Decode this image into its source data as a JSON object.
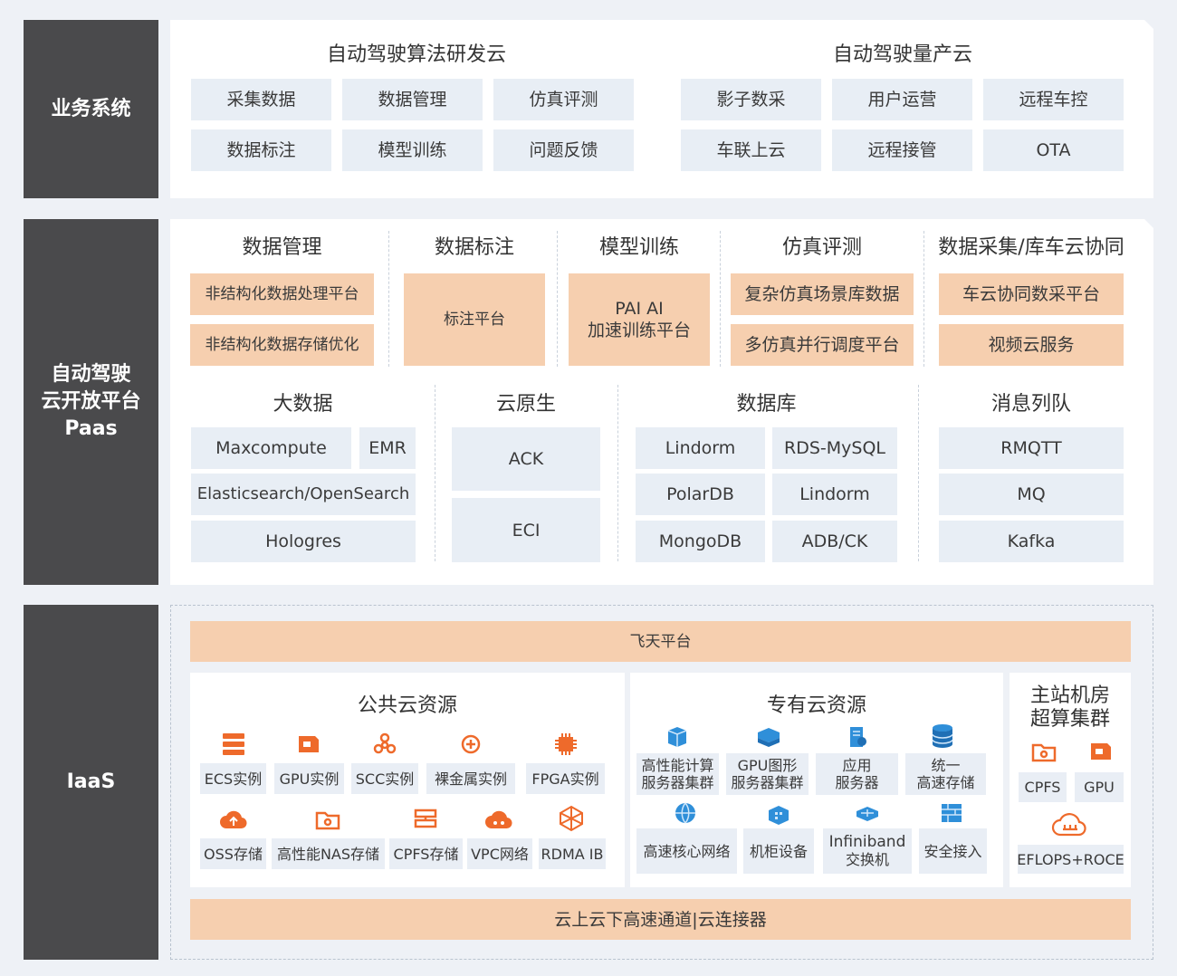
{
  "sidebar": {
    "business": "业务系统",
    "paas_line1": "自动驾驶",
    "paas_line2": "云开放平台",
    "paas_line3": "Paas",
    "iaas": "IaaS"
  },
  "business": {
    "algo_title": "自动驾驶算法研发云",
    "algo_items": [
      "采集数据",
      "数据管理",
      "仿真评测",
      "数据标注",
      "模型训练",
      "问题反馈"
    ],
    "prod_title": "自动驾驶量产云",
    "prod_items": [
      "影子数采",
      "用户运营",
      "远程车控",
      "车联上云",
      "远程接管",
      "OTA"
    ]
  },
  "paas": {
    "data_mgmt": {
      "title": "数据管理",
      "items": [
        "非结构化数据处理平台",
        "非结构化数据存储优化"
      ]
    },
    "annotation": {
      "title": "数据标注",
      "item": "标注平台"
    },
    "training": {
      "title": "模型训练",
      "line1": "PAI AI",
      "line2": "加速训练平台"
    },
    "simulation": {
      "title": "仿真评测",
      "items": [
        "复杂仿真场景库数据",
        "多仿真并行调度平台"
      ]
    },
    "collab": {
      "title": "数据采集/库车云协同",
      "items": [
        "车云协同数采平台",
        "视频云服务"
      ]
    },
    "bigdata": {
      "title": "大数据",
      "items": [
        "Maxcompute",
        "EMR",
        "Elasticsearch/OpenSearch",
        "Hologres"
      ]
    },
    "cloudnative": {
      "title": "云原生",
      "items": [
        "ACK",
        "ECI"
      ]
    },
    "database": {
      "title": "数据库",
      "items": [
        "Lindorm",
        "RDS-MySQL",
        "PolarDB",
        "Lindorm",
        "MongoDB",
        "ADB/CK"
      ]
    },
    "mq": {
      "title": "消息列队",
      "items": [
        "RMQTT",
        "MQ",
        "Kafka"
      ]
    }
  },
  "iaas": {
    "feitian": "飞天平台",
    "public": {
      "title": "公共云资源",
      "row1": [
        "ECS实例",
        "GPU实例",
        "SCC实例",
        "裸金属实例",
        "FPGA实例"
      ],
      "row2": [
        "OSS存储",
        "高性能NAS存储",
        "CPFS存储",
        "VPC网络",
        "RDMA IB"
      ]
    },
    "private": {
      "title": "专有云资源",
      "row1": [
        {
          "l1": "高性能计算",
          "l2": "服务器集群"
        },
        {
          "l1": "GPU图形",
          "l2": "服务器集群"
        },
        {
          "l1": "应用",
          "l2": "服务器"
        },
        {
          "l1": "统一",
          "l2": "高速存储"
        }
      ],
      "row2": [
        {
          "l1": "高速核心网络",
          "l2": ""
        },
        {
          "l1": "机柜设备",
          "l2": ""
        },
        {
          "l1": "Infiniband",
          "l2": "交换机"
        },
        {
          "l1": "安全接入",
          "l2": ""
        }
      ]
    },
    "master": {
      "title_line1": "主站机房",
      "title_line2": "超算集群",
      "items": [
        "CPFS",
        "GPU",
        "EFLOPS+ROCE"
      ]
    },
    "connector": "云上云下高速通道|云连接器"
  },
  "colors": {
    "sidebar": "#4a4a4c",
    "accent_orange": "#f6cfaf",
    "box_blue": "#e8eef5",
    "icon_orange": "#ee6a2b",
    "icon_blue": "#2f8fd9",
    "background": "#eef1f6"
  }
}
